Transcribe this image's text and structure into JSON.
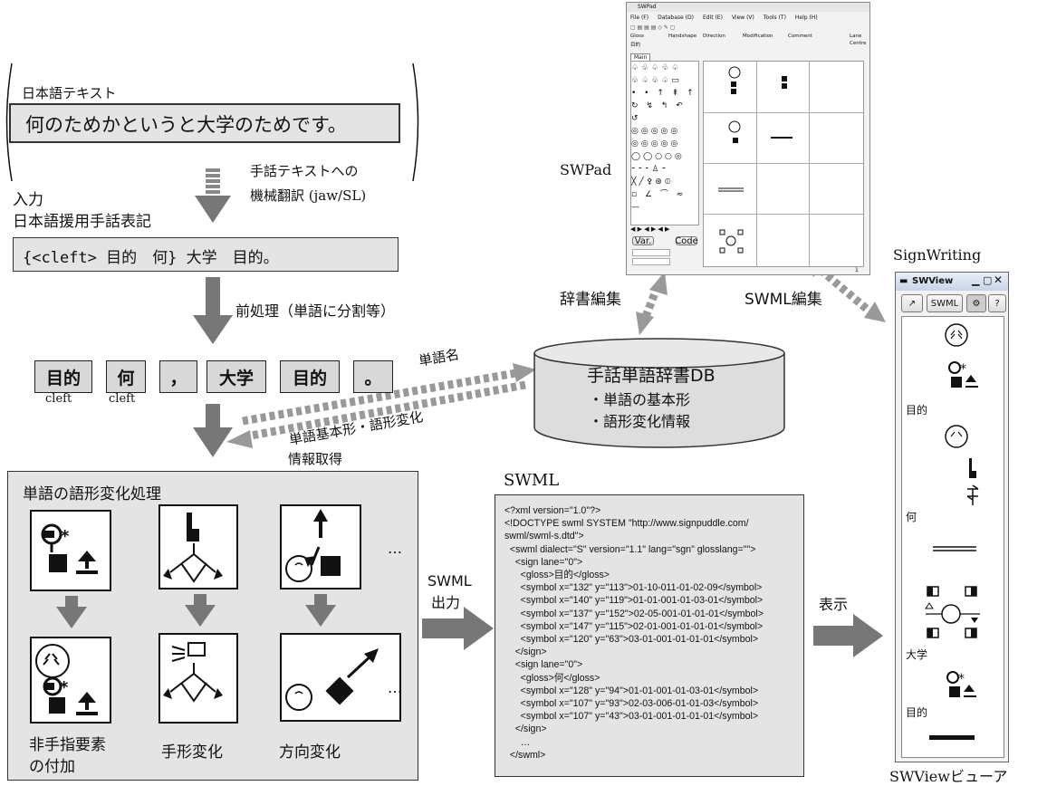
{
  "input": {
    "jp_text_label": "日本語テキスト",
    "jp_sentence": "何のためかというと大学のためです。",
    "mt_label_line1": "手話テキストへの",
    "mt_label_line2": "機械翻訳 (jaw/SL)",
    "input_label": "入力",
    "notation_label": "日本語援用手話表記",
    "notation_text": "{<cleft> 目的　何} 大学　目的。"
  },
  "preprocess_label": "前処理（単語に分割等）",
  "tokens": [
    {
      "text": "目的",
      "sub": "cleft"
    },
    {
      "text": "何",
      "sub": "cleft"
    },
    {
      "text": "，",
      "sub": ""
    },
    {
      "text": "大学",
      "sub": ""
    },
    {
      "text": "目的",
      "sub": ""
    },
    {
      "text": "。",
      "sub": ""
    }
  ],
  "db": {
    "title": "手話単語辞書DB",
    "item1": "・単語の基本形",
    "item2": "・語形変化情報"
  },
  "arrow_labels": {
    "word_name": "単語名",
    "basic_form_line1": "単語基本形・語形変化",
    "basic_form_line2": "情報取得",
    "dict_edit": "辞書編集",
    "swml_edit": "SWML編集",
    "swml_output_line1": "SWML",
    "swml_output_line2": "出力",
    "display": "表示"
  },
  "inflection": {
    "title": "単語の語形変化処理",
    "ellipsis": "…",
    "col1_line1": "非手指要素",
    "col1_line2": "の付加",
    "col2": "手形変化",
    "col3": "方向変化"
  },
  "swpad": {
    "label": "SWPad",
    "title": "SWPad",
    "menu": [
      "File (F)",
      "Database (D)",
      "Edit (E)",
      "View (V)",
      "Tools (T)",
      "Help (H)"
    ],
    "fields": [
      "Gloss",
      "Handshape",
      "Direction",
      "Modification",
      "Comment",
      "Lane"
    ],
    "gloss_value": "目的",
    "lane_value": "Centre",
    "tab": "Main",
    "btn_var": "Var.",
    "btn_code": "Code",
    "page": "1"
  },
  "swml": {
    "label": "SWML",
    "lines": [
      "<?xml version=\"1.0\"?>",
      "<!DOCTYPE swml SYSTEM \"http://www.signpuddle.com/",
      "swml/swml-s.dtd\">",
      "  <swml dialect=\"S\" version=\"1.1\" lang=\"sgn\" glosslang=\"\">",
      "    <sign lane=\"0\">",
      "      <gloss>目的</gloss>",
      "      <symbol x=\"132\" y=\"113\">01-10-011-01-02-09</symbol>",
      "      <symbol x=\"140\" y=\"119\">01-01-001-01-03-01</symbol>",
      "      <symbol x=\"137\" y=\"152\">02-05-001-01-01-01</symbol>",
      "      <symbol x=\"147\" y=\"115\">02-01-001-01-01-01</symbol>",
      "      <symbol x=\"120\" y=\"63\">03-01-001-01-01-01</symbol>",
      "    </sign>",
      "    <sign lane=\"0\">",
      "      <gloss>何</gloss>",
      "      <symbol x=\"128\" y=\"94\">01-01-001-01-03-01</symbol>",
      "      <symbol x=\"107\" y=\"93\">02-03-006-01-01-03</symbol>",
      "      <symbol x=\"107\" y=\"43\">03-01-001-01-01-01</symbol>",
      "    </sign>",
      "      …",
      "  </swml>"
    ]
  },
  "swview": {
    "top_label": "SignWriting",
    "bottom_label": "SWViewビューア",
    "title": "SWView",
    "btn_swml": "SWML",
    "btn_help": "?",
    "glosses": [
      "目的",
      "何",
      "大学",
      "目的",
      "。"
    ]
  }
}
